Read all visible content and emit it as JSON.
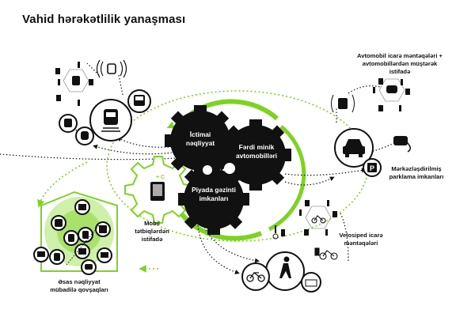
{
  "title": "Vahid hərəkətlilik yanaşması",
  "colors": {
    "accent": "#7ED321",
    "dark": "#111111",
    "light_green": "#CFF0A8"
  },
  "gears": {
    "public_transport": "İctimai nəqliyyat",
    "private_cars": "Fərdi minik avtomobilləri",
    "walking": "Piyada gəzinti imkanları"
  },
  "labels": {
    "mobile_apps": "Mobil tətbiqlərdən istifadə",
    "car_sharing": "Avtomobil icarə məntəqələri + avtomobillərdən müştərək istifadə",
    "parking": "Mərkəzləşdirilmiş parklama imkanları",
    "bike_rental": "Velosiped icarə məntəqələri",
    "hubs": "Əsas nəqliyyat mübadilə qovşaqları"
  },
  "icons": {
    "parking_glyph": "P",
    "mobile_glyph": "+ C",
    "hub_icons": [
      "bus-icon",
      "ticket-icon",
      "parking-icon",
      "tram-icon",
      "train-icon",
      "metro-icon",
      "station-icon",
      "pedestrian-icon",
      "car-icon",
      "taxi-icon"
    ]
  }
}
